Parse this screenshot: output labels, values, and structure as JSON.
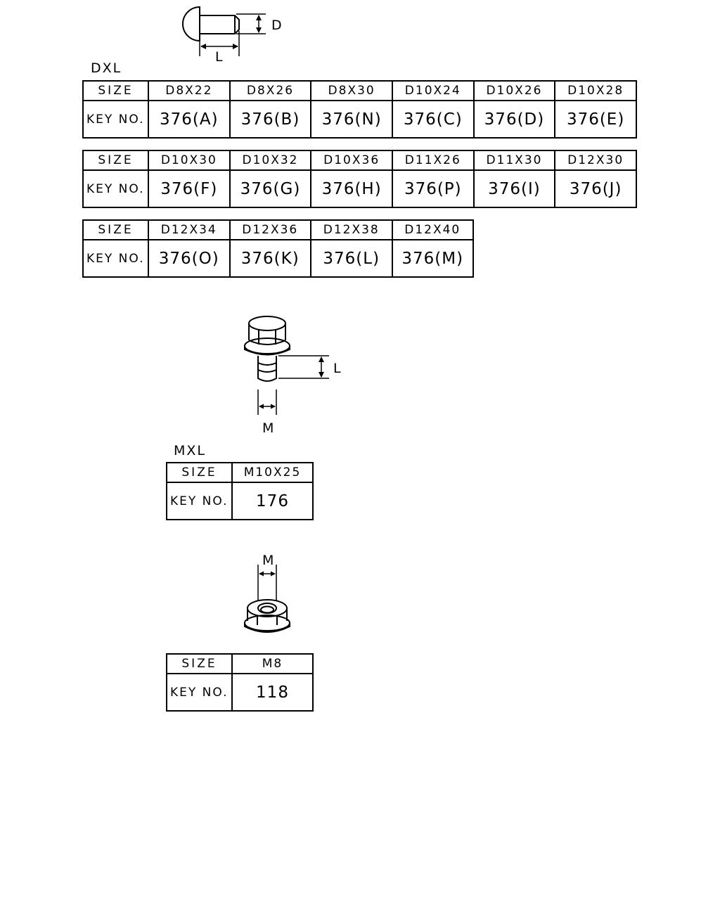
{
  "rivet": {
    "dim_d": "D",
    "dim_l": "L",
    "group_label": "DXL",
    "tables": [
      {
        "size_header": "SIZE",
        "key_header": "KEY NO.",
        "sizes": [
          "D8X22",
          "D8X26",
          "D8X30",
          "D10X24",
          "D10X26",
          "D10X28"
        ],
        "keys": [
          "376(A)",
          "376(B)",
          "376(N)",
          "376(C)",
          "376(D)",
          "376(E)"
        ]
      },
      {
        "size_header": "SIZE",
        "key_header": "KEY NO.",
        "sizes": [
          "D10X30",
          "D10X32",
          "D10X36",
          "D11X26",
          "D11X30",
          "D12X30"
        ],
        "keys": [
          "376(F)",
          "376(G)",
          "376(H)",
          "376(P)",
          "376(I)",
          "376(J)"
        ]
      },
      {
        "size_header": "SIZE",
        "key_header": "KEY NO.",
        "sizes": [
          "D12X34",
          "D12X36",
          "D12X38",
          "D12X40"
        ],
        "keys": [
          "376(O)",
          "376(K)",
          "376(L)",
          "376(M)"
        ]
      }
    ]
  },
  "bolt": {
    "dim_l": "L",
    "dim_m": "M",
    "group_label": "MXL",
    "table": {
      "size_header": "SIZE",
      "key_header": "KEY NO.",
      "sizes": [
        "M10X25"
      ],
      "keys": [
        "176"
      ]
    }
  },
  "nut": {
    "dim_m": "M",
    "table": {
      "size_header": "SIZE",
      "key_header": "KEY NO.",
      "sizes": [
        "M8"
      ],
      "keys": [
        "118"
      ]
    }
  }
}
